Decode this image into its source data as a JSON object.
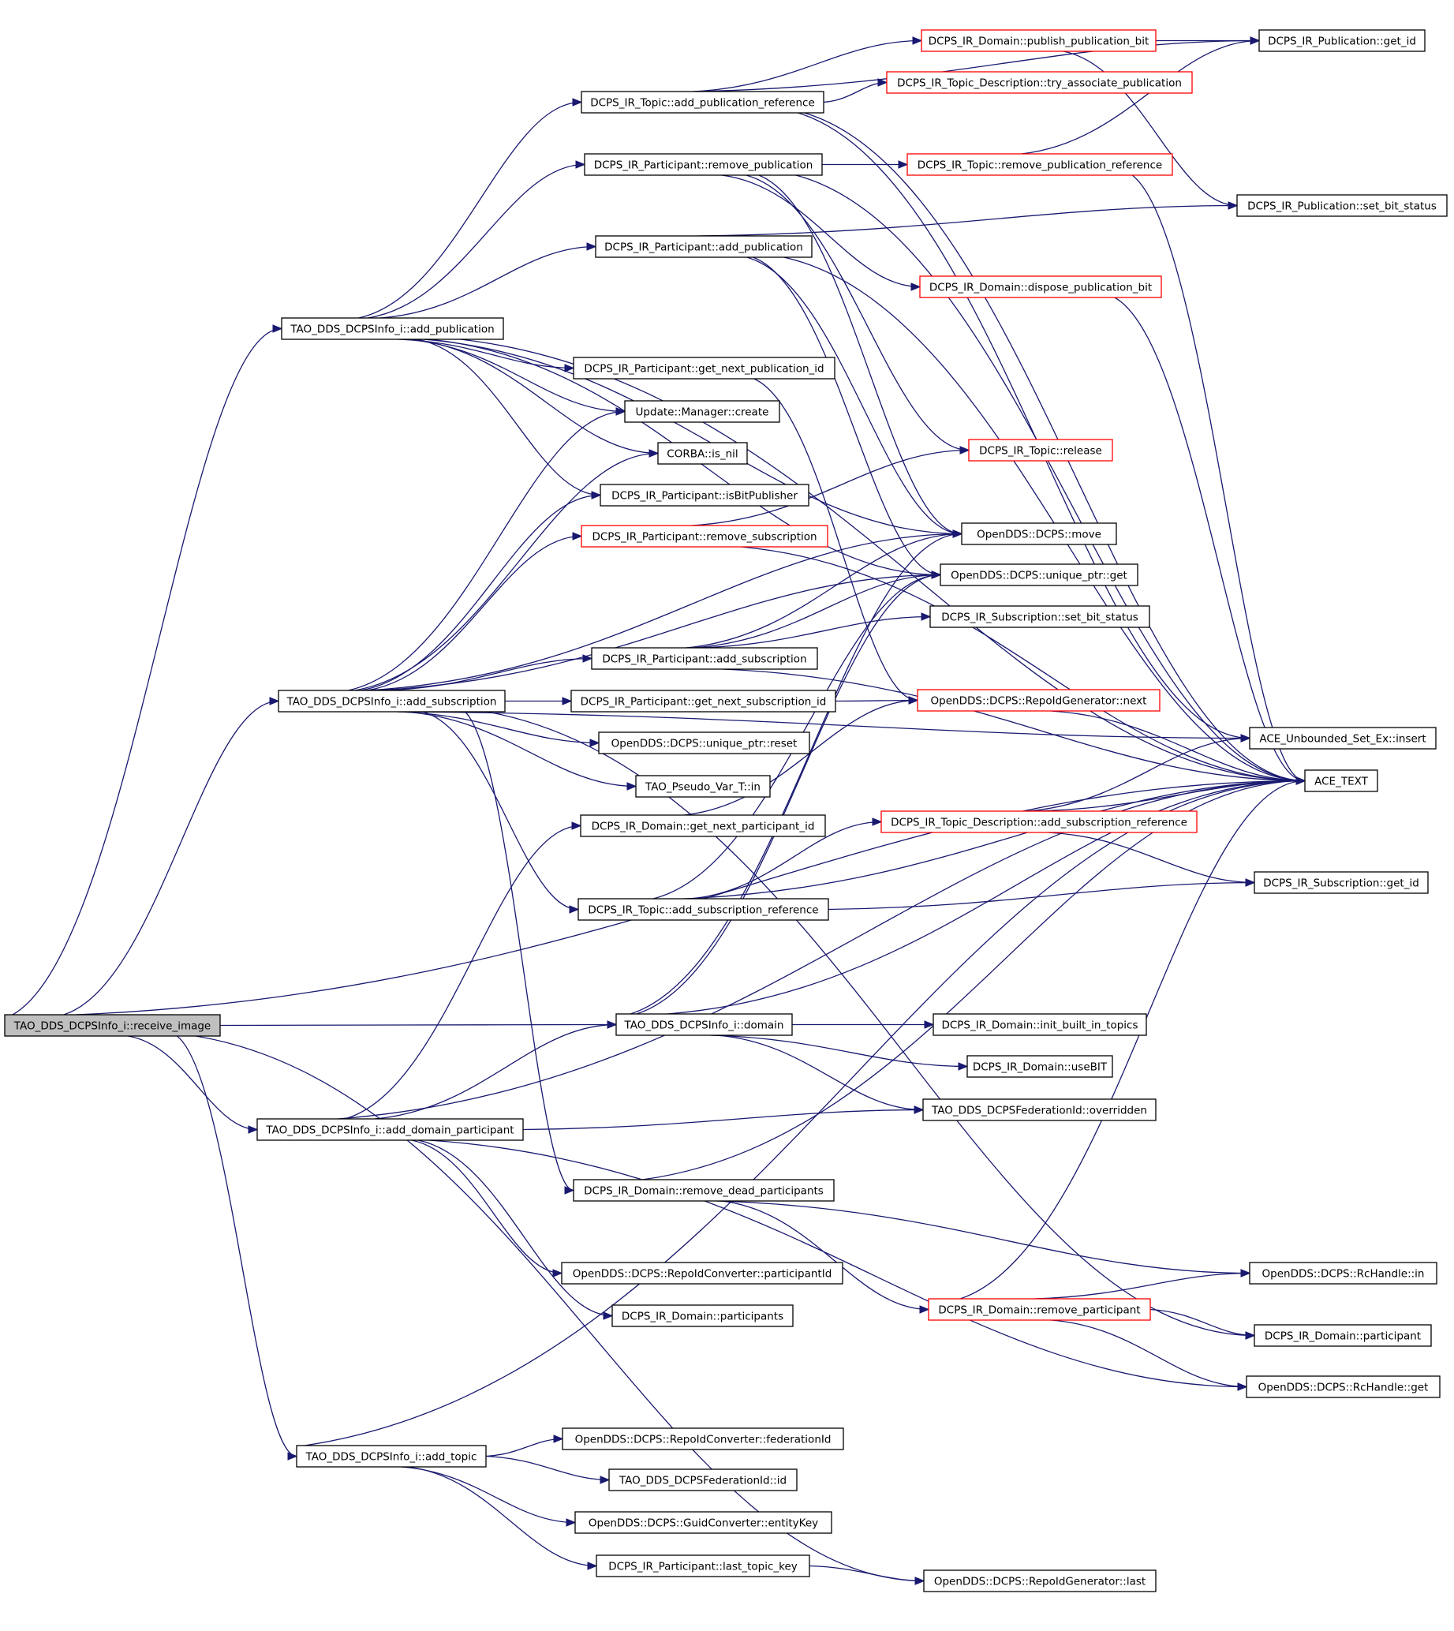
{
  "graph": {
    "edge_color": "#191970",
    "missing_border_color": "#ff0000",
    "root_fill": "#bfbfbf",
    "nodes": [
      {
        "id": "receive_image",
        "label": "TAO_DDS_DCPSInfo_i::receive_image",
        "style": "root"
      },
      {
        "id": "add_publication",
        "label": "TAO_DDS_DCPSInfo_i::add_publication",
        "style": "normal"
      },
      {
        "id": "add_subscription",
        "label": "TAO_DDS_DCPSInfo_i::add_subscription",
        "style": "normal"
      },
      {
        "id": "add_domain_participant",
        "label": "TAO_DDS_DCPSInfo_i::add_domain_participant",
        "style": "normal"
      },
      {
        "id": "add_topic",
        "label": "TAO_DDS_DCPSInfo_i::add_topic",
        "style": "normal"
      },
      {
        "id": "topic_add_pub_ref",
        "label": "DCPS_IR_Topic::add_publication_reference",
        "style": "normal"
      },
      {
        "id": "part_remove_pub",
        "label": "DCPS_IR_Participant::remove_publication",
        "style": "normal"
      },
      {
        "id": "part_add_pub",
        "label": "DCPS_IR_Participant::add_publication",
        "style": "normal"
      },
      {
        "id": "part_next_pub_id",
        "label": "DCPS_IR_Participant::get_next_publication_id",
        "style": "normal"
      },
      {
        "id": "update_create",
        "label": "Update::Manager::create",
        "style": "normal"
      },
      {
        "id": "corba_is_nil",
        "label": "CORBA::is_nil",
        "style": "normal"
      },
      {
        "id": "part_is_bit_pub",
        "label": "DCPS_IR_Participant::isBitPublisher",
        "style": "normal"
      },
      {
        "id": "part_remove_sub",
        "label": "DCPS_IR_Participant::remove_subscription",
        "style": "missing"
      },
      {
        "id": "part_add_sub",
        "label": "DCPS_IR_Participant::add_subscription",
        "style": "normal"
      },
      {
        "id": "part_next_sub_id",
        "label": "DCPS_IR_Participant::get_next_subscription_id",
        "style": "normal"
      },
      {
        "id": "uptr_reset",
        "label": "OpenDDS::DCPS::unique_ptr::reset",
        "style": "normal"
      },
      {
        "id": "pseudo_in",
        "label": "TAO_Pseudo_Var_T::in",
        "style": "normal"
      },
      {
        "id": "dom_next_part_id",
        "label": "DCPS_IR_Domain::get_next_participant_id",
        "style": "normal"
      },
      {
        "id": "topic_add_sub_ref",
        "label": "DCPS_IR_Topic::add_subscription_reference",
        "style": "normal"
      },
      {
        "id": "info_domain",
        "label": "TAO_DDS_DCPSInfo_i::domain",
        "style": "normal"
      },
      {
        "id": "dom_remove_dead",
        "label": "DCPS_IR_Domain::remove_dead_participants",
        "style": "normal"
      },
      {
        "id": "conv_participant_id",
        "label": "OpenDDS::DCPS::RepoIdConverter::participantId",
        "style": "normal"
      },
      {
        "id": "dom_participants",
        "label": "DCPS_IR_Domain::participants",
        "style": "normal"
      },
      {
        "id": "conv_federation_id",
        "label": "OpenDDS::DCPS::RepoIdConverter::federationId",
        "style": "normal"
      },
      {
        "id": "fed_id",
        "label": "TAO_DDS_DCPSFederationId::id",
        "style": "normal"
      },
      {
        "id": "guid_entity_key",
        "label": "OpenDDS::DCPS::GuidConverter::entityKey",
        "style": "normal"
      },
      {
        "id": "part_last_topic_key",
        "label": "DCPS_IR_Participant::last_topic_key",
        "style": "normal"
      },
      {
        "id": "dom_publish_bit",
        "label": "DCPS_IR_Domain::publish_publication_bit",
        "style": "missing"
      },
      {
        "id": "td_try_assoc_pub",
        "label": "DCPS_IR_Topic_Description::try_associate_publication",
        "style": "missing"
      },
      {
        "id": "topic_remove_pub_ref",
        "label": "DCPS_IR_Topic::remove_publication_reference",
        "style": "missing"
      },
      {
        "id": "dom_dispose_bit",
        "label": "DCPS_IR_Domain::dispose_publication_bit",
        "style": "missing"
      },
      {
        "id": "topic_release",
        "label": "DCPS_IR_Topic::release",
        "style": "missing"
      },
      {
        "id": "dds_move",
        "label": "OpenDDS::DCPS::move",
        "style": "normal"
      },
      {
        "id": "uptr_get",
        "label": "OpenDDS::DCPS::unique_ptr::get",
        "style": "normal"
      },
      {
        "id": "sub_set_bit",
        "label": "DCPS_IR_Subscription::set_bit_status",
        "style": "normal"
      },
      {
        "id": "gen_next",
        "label": "OpenDDS::DCPS::RepoIdGenerator::next",
        "style": "missing"
      },
      {
        "id": "td_add_sub_ref",
        "label": "DCPS_IR_Topic_Description::add_subscription_reference",
        "style": "missing"
      },
      {
        "id": "dom_init_bit",
        "label": "DCPS_IR_Domain::init_built_in_topics",
        "style": "normal"
      },
      {
        "id": "dom_use_bit",
        "label": "DCPS_IR_Domain::useBIT",
        "style": "normal"
      },
      {
        "id": "fed_overridden",
        "label": "TAO_DDS_DCPSFederationId::overridden",
        "style": "normal"
      },
      {
        "id": "dom_remove_part",
        "label": "DCPS_IR_Domain::remove_participant",
        "style": "missing"
      },
      {
        "id": "gen_last",
        "label": "OpenDDS::DCPS::RepoIdGenerator::last",
        "style": "normal"
      },
      {
        "id": "pub_get_id",
        "label": "DCPS_IR_Publication::get_id",
        "style": "normal"
      },
      {
        "id": "pub_set_bit",
        "label": "DCPS_IR_Publication::set_bit_status",
        "style": "normal"
      },
      {
        "id": "set_insert",
        "label": "ACE_Unbounded_Set_Ex::insert",
        "style": "normal"
      },
      {
        "id": "ace_text",
        "label": "ACE_TEXT",
        "style": "normal"
      },
      {
        "id": "sub_get_id",
        "label": "DCPS_IR_Subscription::get_id",
        "style": "normal"
      },
      {
        "id": "rc_in",
        "label": "OpenDDS::DCPS::RcHandle::in",
        "style": "normal"
      },
      {
        "id": "dom_participant",
        "label": "DCPS_IR_Domain::participant",
        "style": "normal"
      },
      {
        "id": "rc_get",
        "label": "OpenDDS::DCPS::RcHandle::get",
        "style": "normal"
      }
    ],
    "edges": [
      [
        "receive_image",
        "add_publication"
      ],
      [
        "receive_image",
        "add_subscription"
      ],
      [
        "receive_image",
        "ace_text"
      ],
      [
        "receive_image",
        "info_domain"
      ],
      [
        "receive_image",
        "add_domain_participant"
      ],
      [
        "receive_image",
        "add_topic"
      ],
      [
        "receive_image",
        "gen_last"
      ],
      [
        "add_publication",
        "topic_add_pub_ref"
      ],
      [
        "add_publication",
        "part_remove_pub"
      ],
      [
        "add_publication",
        "part_add_pub"
      ],
      [
        "add_publication",
        "part_next_pub_id"
      ],
      [
        "add_publication",
        "update_create"
      ],
      [
        "add_publication",
        "corba_is_nil"
      ],
      [
        "add_publication",
        "part_is_bit_pub"
      ],
      [
        "add_publication",
        "ace_text"
      ],
      [
        "add_publication",
        "dds_move"
      ],
      [
        "add_publication",
        "uptr_get"
      ],
      [
        "add_subscription",
        "update_create"
      ],
      [
        "add_subscription",
        "corba_is_nil"
      ],
      [
        "add_subscription",
        "part_is_bit_pub"
      ],
      [
        "add_subscription",
        "part_remove_sub"
      ],
      [
        "add_subscription",
        "dds_move"
      ],
      [
        "add_subscription",
        "uptr_get"
      ],
      [
        "add_subscription",
        "part_add_sub"
      ],
      [
        "add_subscription",
        "part_next_sub_id"
      ],
      [
        "add_subscription",
        "uptr_reset"
      ],
      [
        "add_subscription",
        "pseudo_in"
      ],
      [
        "add_subscription",
        "topic_add_sub_ref"
      ],
      [
        "add_subscription",
        "set_insert"
      ],
      [
        "add_subscription",
        "dom_remove_dead"
      ],
      [
        "add_subscription",
        "dom_participant"
      ],
      [
        "add_domain_participant",
        "dom_next_part_id"
      ],
      [
        "add_domain_participant",
        "info_domain"
      ],
      [
        "add_domain_participant",
        "fed_overridden"
      ],
      [
        "add_domain_participant",
        "ace_text"
      ],
      [
        "add_domain_participant",
        "conv_participant_id"
      ],
      [
        "add_domain_participant",
        "dom_participants"
      ],
      [
        "add_domain_participant",
        "rc_get"
      ],
      [
        "add_topic",
        "ace_text"
      ],
      [
        "add_topic",
        "conv_federation_id"
      ],
      [
        "add_topic",
        "fed_id"
      ],
      [
        "add_topic",
        "guid_entity_key"
      ],
      [
        "add_topic",
        "part_last_topic_key"
      ],
      [
        "topic_add_pub_ref",
        "pub_get_id"
      ],
      [
        "topic_add_pub_ref",
        "dom_publish_bit"
      ],
      [
        "topic_add_pub_ref",
        "td_try_assoc_pub"
      ],
      [
        "topic_add_pub_ref",
        "ace_text"
      ],
      [
        "topic_add_pub_ref",
        "set_insert"
      ],
      [
        "part_remove_pub",
        "topic_remove_pub_ref"
      ],
      [
        "part_remove_pub",
        "dom_dispose_bit"
      ],
      [
        "part_remove_pub",
        "topic_release"
      ],
      [
        "part_remove_pub",
        "dds_move"
      ],
      [
        "part_remove_pub",
        "ace_text"
      ],
      [
        "part_add_pub",
        "dds_move"
      ],
      [
        "part_add_pub",
        "uptr_get"
      ],
      [
        "part_add_pub",
        "ace_text"
      ],
      [
        "part_add_pub",
        "pub_set_bit"
      ],
      [
        "part_next_pub_id",
        "gen_next"
      ],
      [
        "part_remove_sub",
        "topic_release"
      ],
      [
        "part_remove_sub",
        "ace_text"
      ],
      [
        "part_add_sub",
        "dds_move"
      ],
      [
        "part_add_sub",
        "uptr_get"
      ],
      [
        "part_add_sub",
        "sub_set_bit"
      ],
      [
        "part_add_sub",
        "ace_text"
      ],
      [
        "part_next_sub_id",
        "gen_next"
      ],
      [
        "dom_next_part_id",
        "gen_next"
      ],
      [
        "topic_add_sub_ref",
        "td_add_sub_ref"
      ],
      [
        "topic_add_sub_ref",
        "sub_get_id"
      ],
      [
        "topic_add_sub_ref",
        "ace_text"
      ],
      [
        "topic_add_sub_ref",
        "uptr_get"
      ],
      [
        "info_domain",
        "dom_init_bit"
      ],
      [
        "info_domain",
        "dom_use_bit"
      ],
      [
        "info_domain",
        "fed_overridden"
      ],
      [
        "info_domain",
        "ace_text"
      ],
      [
        "info_domain",
        "dds_move"
      ],
      [
        "info_domain",
        "uptr_get"
      ],
      [
        "dom_remove_dead",
        "dom_remove_part"
      ],
      [
        "dom_remove_dead",
        "rc_in"
      ],
      [
        "dom_remove_dead",
        "ace_text"
      ],
      [
        "part_last_topic_key",
        "gen_last"
      ],
      [
        "dom_publish_bit",
        "pub_get_id"
      ],
      [
        "dom_publish_bit",
        "pub_set_bit"
      ],
      [
        "topic_remove_pub_ref",
        "pub_get_id"
      ],
      [
        "topic_remove_pub_ref",
        "ace_text"
      ],
      [
        "dom_dispose_bit",
        "ace_text"
      ],
      [
        "gen_next",
        "ace_text"
      ],
      [
        "td_add_sub_ref",
        "set_insert"
      ],
      [
        "td_add_sub_ref",
        "ace_text"
      ],
      [
        "td_add_sub_ref",
        "sub_get_id"
      ],
      [
        "dom_remove_part",
        "rc_in"
      ],
      [
        "dom_remove_part",
        "dom_participant"
      ],
      [
        "dom_remove_part",
        "rc_get"
      ],
      [
        "dom_remove_part",
        "ace_text"
      ]
    ]
  }
}
